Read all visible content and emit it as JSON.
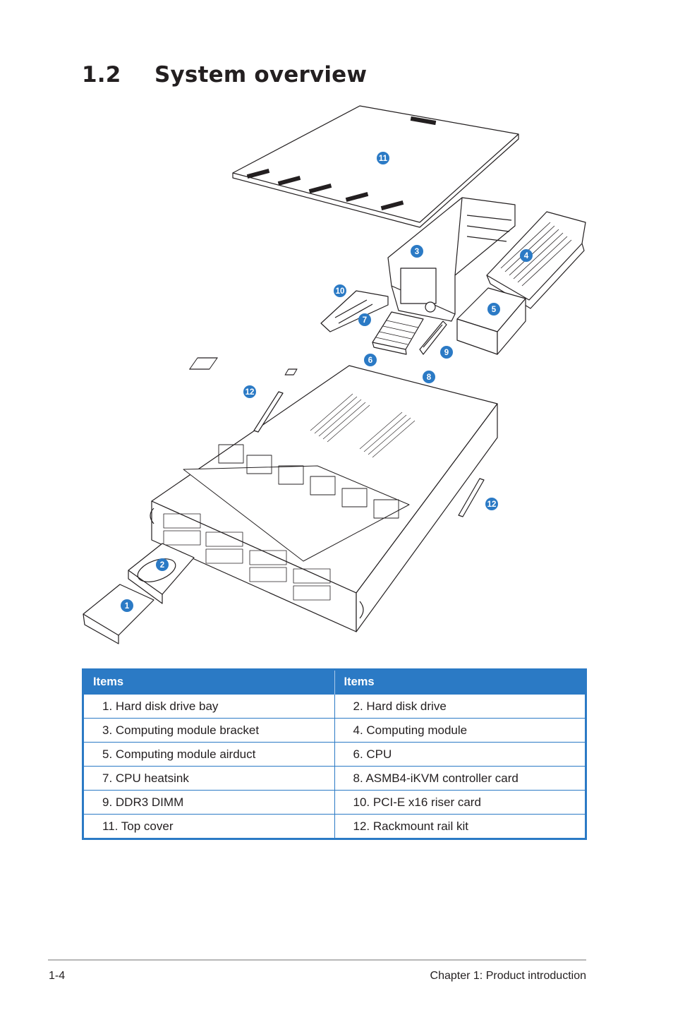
{
  "section": {
    "number": "1.2",
    "title": "System overview"
  },
  "figure": {
    "callouts": [
      "1",
      "2",
      "3",
      "4",
      "5",
      "6",
      "7",
      "8",
      "9",
      "10",
      "11",
      "12",
      "12"
    ]
  },
  "table": {
    "headers": [
      "Items",
      "Items"
    ],
    "rows": [
      [
        "1. Hard disk drive bay",
        "2. Hard disk drive"
      ],
      [
        "3. Computing module bracket",
        "4. Computing module"
      ],
      [
        "5. Computing module airduct",
        "6. CPU"
      ],
      [
        "7. CPU heatsink",
        "8. ASMB4-iKVM controller card"
      ],
      [
        "9. DDR3 DIMM",
        "10. PCI-E x16 riser card"
      ],
      [
        "11. Top cover",
        "12. Rackmount rail kit"
      ]
    ]
  },
  "footer": {
    "page": "1-4",
    "chapter": "Chapter 1:  Product introduction"
  },
  "colors": {
    "accent": "#2b7ac5",
    "text": "#231f20"
  }
}
